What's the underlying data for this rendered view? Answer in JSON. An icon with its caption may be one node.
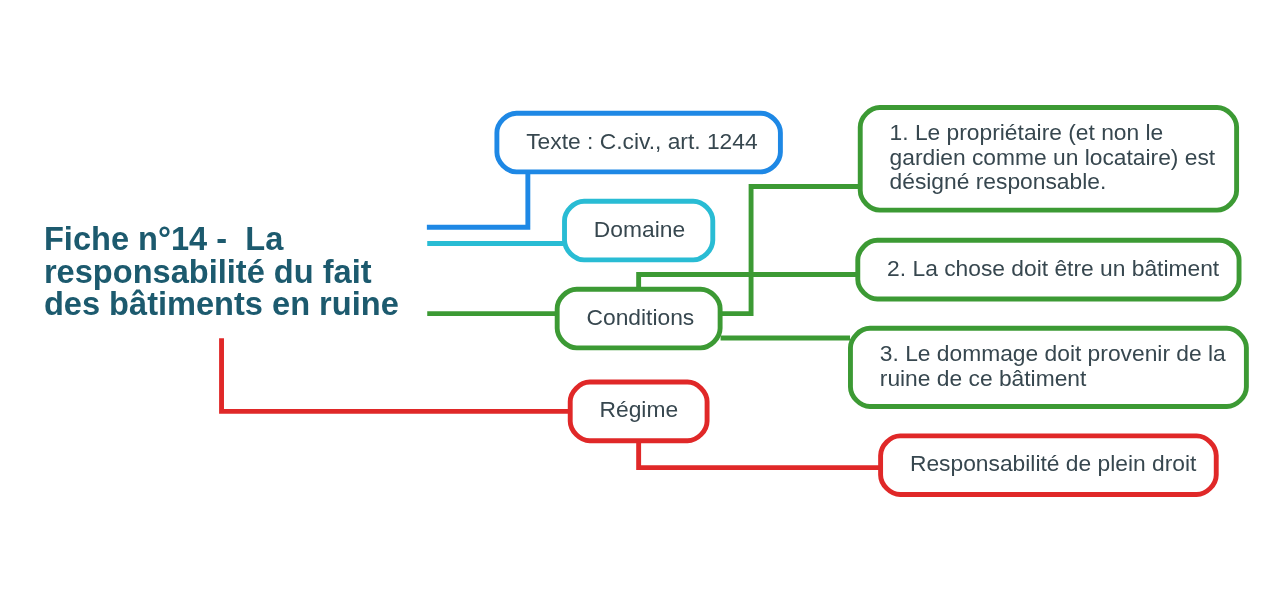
{
  "diagram": {
    "nodes": [
      {
        "text": [
          "Fiche n°14 -  La responsabilité du fait des bâtiments en ruine"
        ]
      },
      {
        "text": [
          "Texte : C.civ., art. 1244"
        ]
      },
      {
        "text": [
          "Domaine"
        ]
      },
      {
        "text": [
          "Conditions"
        ]
      },
      {
        "text": [
          "1. Le propriétaire (et non le gardien comme un locataire) est désigné responsable."
        ]
      },
      {
        "text": [
          "2. La chose doit être un bâtiment"
        ]
      },
      {
        "text": [
          "3. Le dommage doit provenir de la ruine de ce bâtiment"
        ]
      },
      {
        "text": [
          "Régime"
        ]
      },
      {
        "text": [
          "Responsabilité de plein droit"
        ]
      }
    ],
    "edges": [
      {
        "from": 0,
        "to": 1,
        "arrow": "none",
        "color": "#1e88e5"
      },
      {
        "from": 0,
        "to": 2,
        "arrow": "none",
        "color": "#29bcd4"
      },
      {
        "from": 0,
        "to": 3,
        "arrow": "none"
      },
      {
        "from": 3,
        "to": 4,
        "arrow": "none"
      },
      {
        "from": 3,
        "to": 5,
        "arrow": "none"
      },
      {
        "from": 3,
        "to": 6,
        "arrow": "none"
      },
      {
        "from": 0,
        "to": 7,
        "arrow": "none",
        "color": "#e02828"
      },
      {
        "from": 7,
        "to": 8,
        "arrow": "none",
        "color": "#e02828"
      }
    ]
  }
}
